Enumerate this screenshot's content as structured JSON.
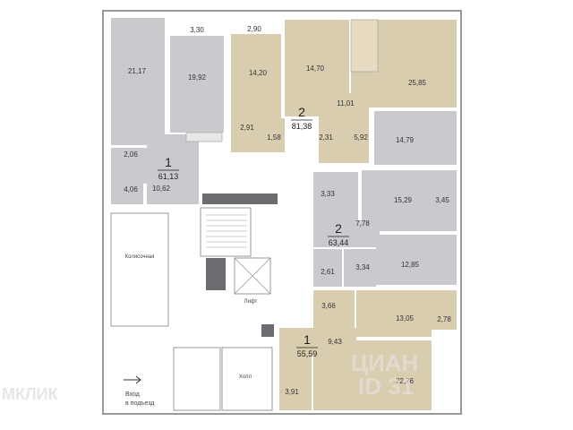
{
  "legend": {
    "arrow": "arrow-right",
    "entrance_line1": "Вход",
    "entrance_line2": "в подъезд"
  },
  "watermark": {
    "left": "МКЛИК",
    "right_top": "ЦИАН",
    "right_bottom": "ID 31"
  },
  "labels": {
    "stroller": "Колясочная",
    "elevator": "Лифт",
    "hall": "Холл"
  },
  "apartments": [
    {
      "rooms": "1",
      "area": "61,13"
    },
    {
      "rooms": "2",
      "area": "81,38"
    },
    {
      "rooms": "2",
      "area": "63,44"
    },
    {
      "rooms": "1",
      "area": "55,59"
    }
  ],
  "rooms": {
    "a1_r1": "21,17",
    "a1_r2": "19,92",
    "a1_r3": "3,30",
    "a1_r4": "2,06",
    "a1_r5": "4,06",
    "a1_r6": "10,62",
    "a2_r1": "2,90",
    "a2_r2": "14,20",
    "a2_r3": "14,70",
    "a2_r4": "25,85",
    "a2_r5": "11,01",
    "a2_r6": "2,91",
    "a2_r7": "1,58",
    "a2_r8": "2,31",
    "a2_r9": "5,92",
    "a3_r1": "14,79",
    "a3_r2": "3,33",
    "a3_r3": "15,29",
    "a3_r4": "3,45",
    "a3_r5": "7,78",
    "a3_r6": "12,85",
    "a3_r7": "2,61",
    "a3_r8": "3,34",
    "a4_r1": "3,66",
    "a4_r2": "13,05",
    "a4_r3": "2,78",
    "a4_r4": "9,43",
    "a4_r5": "22,76",
    "a4_r6": "3,91"
  },
  "colors": {
    "gray_fill": "#c9cacd",
    "tan_fill": "#d9cdb0",
    "dark_fill": "#6b6c70",
    "wall": "#9a9a9a"
  }
}
